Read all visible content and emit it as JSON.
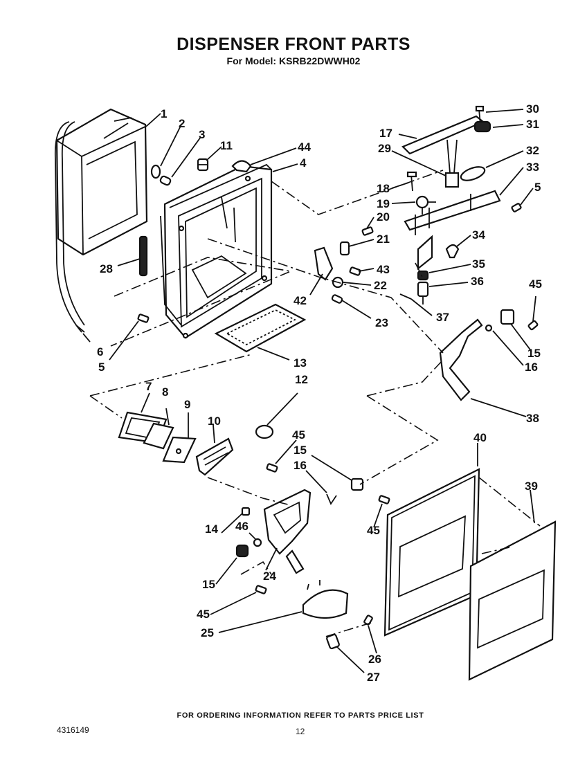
{
  "header": {
    "title": "DISPENSER FRONT PARTS",
    "subtitle": "For Model: KSRB22DWWH02"
  },
  "footer": {
    "note": "FOR ORDERING INFORMATION REFER TO PARTS PRICE LIST",
    "doc_number": "4316149",
    "page_number": "12"
  },
  "callouts": [
    "1",
    "2",
    "3",
    "11",
    "44",
    "4",
    "30",
    "31",
    "17",
    "29",
    "32",
    "33",
    "18",
    "5",
    "19",
    "20",
    "21",
    "34",
    "43",
    "35",
    "22",
    "36",
    "28",
    "42",
    "45",
    "23",
    "37",
    "15",
    "16",
    "6",
    "5",
    "13",
    "12",
    "7",
    "8",
    "9",
    "10",
    "45",
    "15",
    "16",
    "38",
    "40",
    "39",
    "14",
    "46",
    "45",
    "15",
    "24",
    "45",
    "25",
    "26",
    "27"
  ]
}
